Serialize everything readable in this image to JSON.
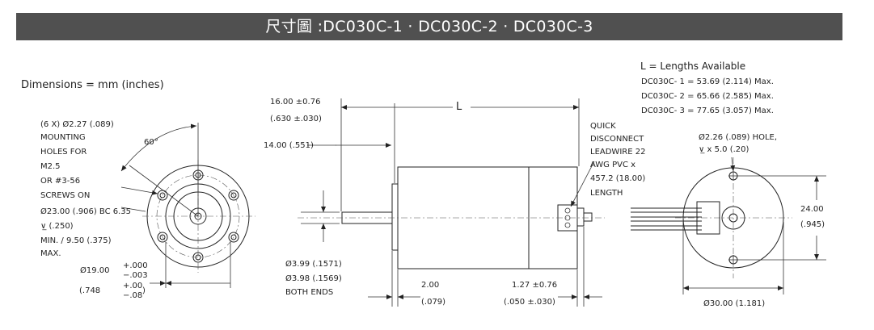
{
  "header": {
    "title": "尺寸圖 :DC030C-1 · DC030C-2 · DC030C-3"
  },
  "units_note": "Dimensions = mm (inches)",
  "lengths": {
    "title": "L = Lengths Available",
    "rows": [
      "DC030C- 1 = 53.69 (2.114) Max.",
      "DC030C- 2 = 65.66 (2.585) Max.",
      "DC030C- 3 = 77.65 (3.057) Max."
    ]
  },
  "front_view": {
    "angle": "60°",
    "holes_note": [
      "(6 X) Ø2.27 (.089)",
      "MOUNTING",
      "HOLES FOR",
      "M2.5",
      "OR #3-56",
      "SCREWS ON",
      "Ø23.00 (.906) BC 6.35",
      "(.250)",
      "MIN. / 9.50 (.375)",
      "MAX."
    ],
    "pilot_dia": "Ø19.00",
    "pilot_dia_in": "(.748",
    "tol_top_1": "+.000",
    "tol_top_2": "−.003",
    "tol_bot_1": "+.00",
    "tol_bot_2": "−.08",
    "tol_close": ")"
  },
  "side_view": {
    "dim_top_1": "16.00 ±0.76",
    "dim_top_1_in": "(.630 ±.030)",
    "dim_top_2": "14.00 (.551)",
    "length_label": "L",
    "shaft_dia": [
      "Ø3.99 (.1571)",
      "Ø3.98 (.1569)",
      "BOTH ENDS"
    ],
    "dim_bottom_1": "2.00",
    "dim_bottom_1_in": "(.079)",
    "dim_bottom_2": "1.27 ±0.76",
    "dim_bottom_2_in": "(.050 ±.030)",
    "leadwire_note": [
      "QUICK",
      "DISCONNECT",
      "LEADWIRE 22",
      "AWG PVC x",
      "457.2 (18.00)",
      "LENGTH"
    ]
  },
  "rear_view": {
    "hole_note_1": "Ø2.26 (.089) HOLE,",
    "hole_note_2": "x 5.0 (.20)",
    "spacing": "24.00",
    "spacing_in": "(.945)",
    "diameter": "Ø30.00 (1.181)"
  }
}
